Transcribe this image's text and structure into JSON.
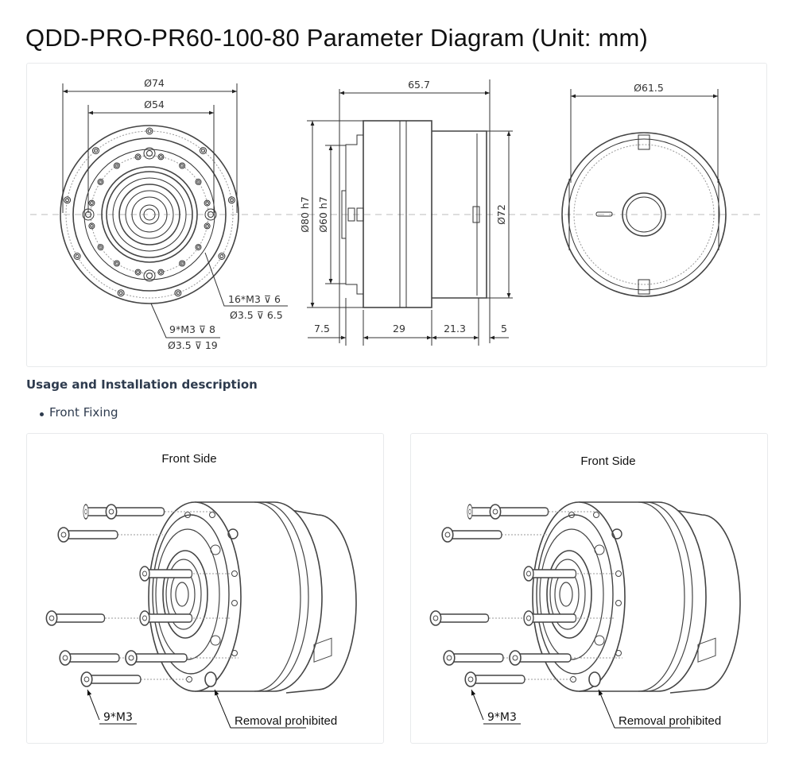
{
  "page_title": "QDD-PRO-PR60-100-80 Parameter Diagram (Unit: mm)",
  "parameter_diagram": {
    "front_view": {
      "dim_outer": "Ø74",
      "dim_inner": "Ø54",
      "note_16_line1": "16*M3 ⊽ 6",
      "note_16_line2": "Ø3.5 ⊽ 6.5",
      "note_9_line1": "9*M3 ⊽ 8",
      "note_9_line2": "Ø3.5 ⊽ 19"
    },
    "side_view": {
      "dim_length": "65.7",
      "dim_d80": "Ø80 h7",
      "dim_d60": "Ø60 h7",
      "dim_d72": "Ø72",
      "seg_1": "7.5",
      "seg_2": "29",
      "seg_3": "21.3",
      "seg_4": "5"
    },
    "back_view": {
      "dim_diameter": "Ø61.5"
    }
  },
  "usage": {
    "heading": "Usage and Installation description",
    "items": [
      "Front Fixing"
    ]
  },
  "install_panels": [
    {
      "title": "Front Side",
      "screw_label": "9*M3",
      "warning_label": "Removal prohibited"
    },
    {
      "title": "Front Side",
      "screw_label": "9*M3",
      "warning_label": "Removal prohibited"
    }
  ]
}
